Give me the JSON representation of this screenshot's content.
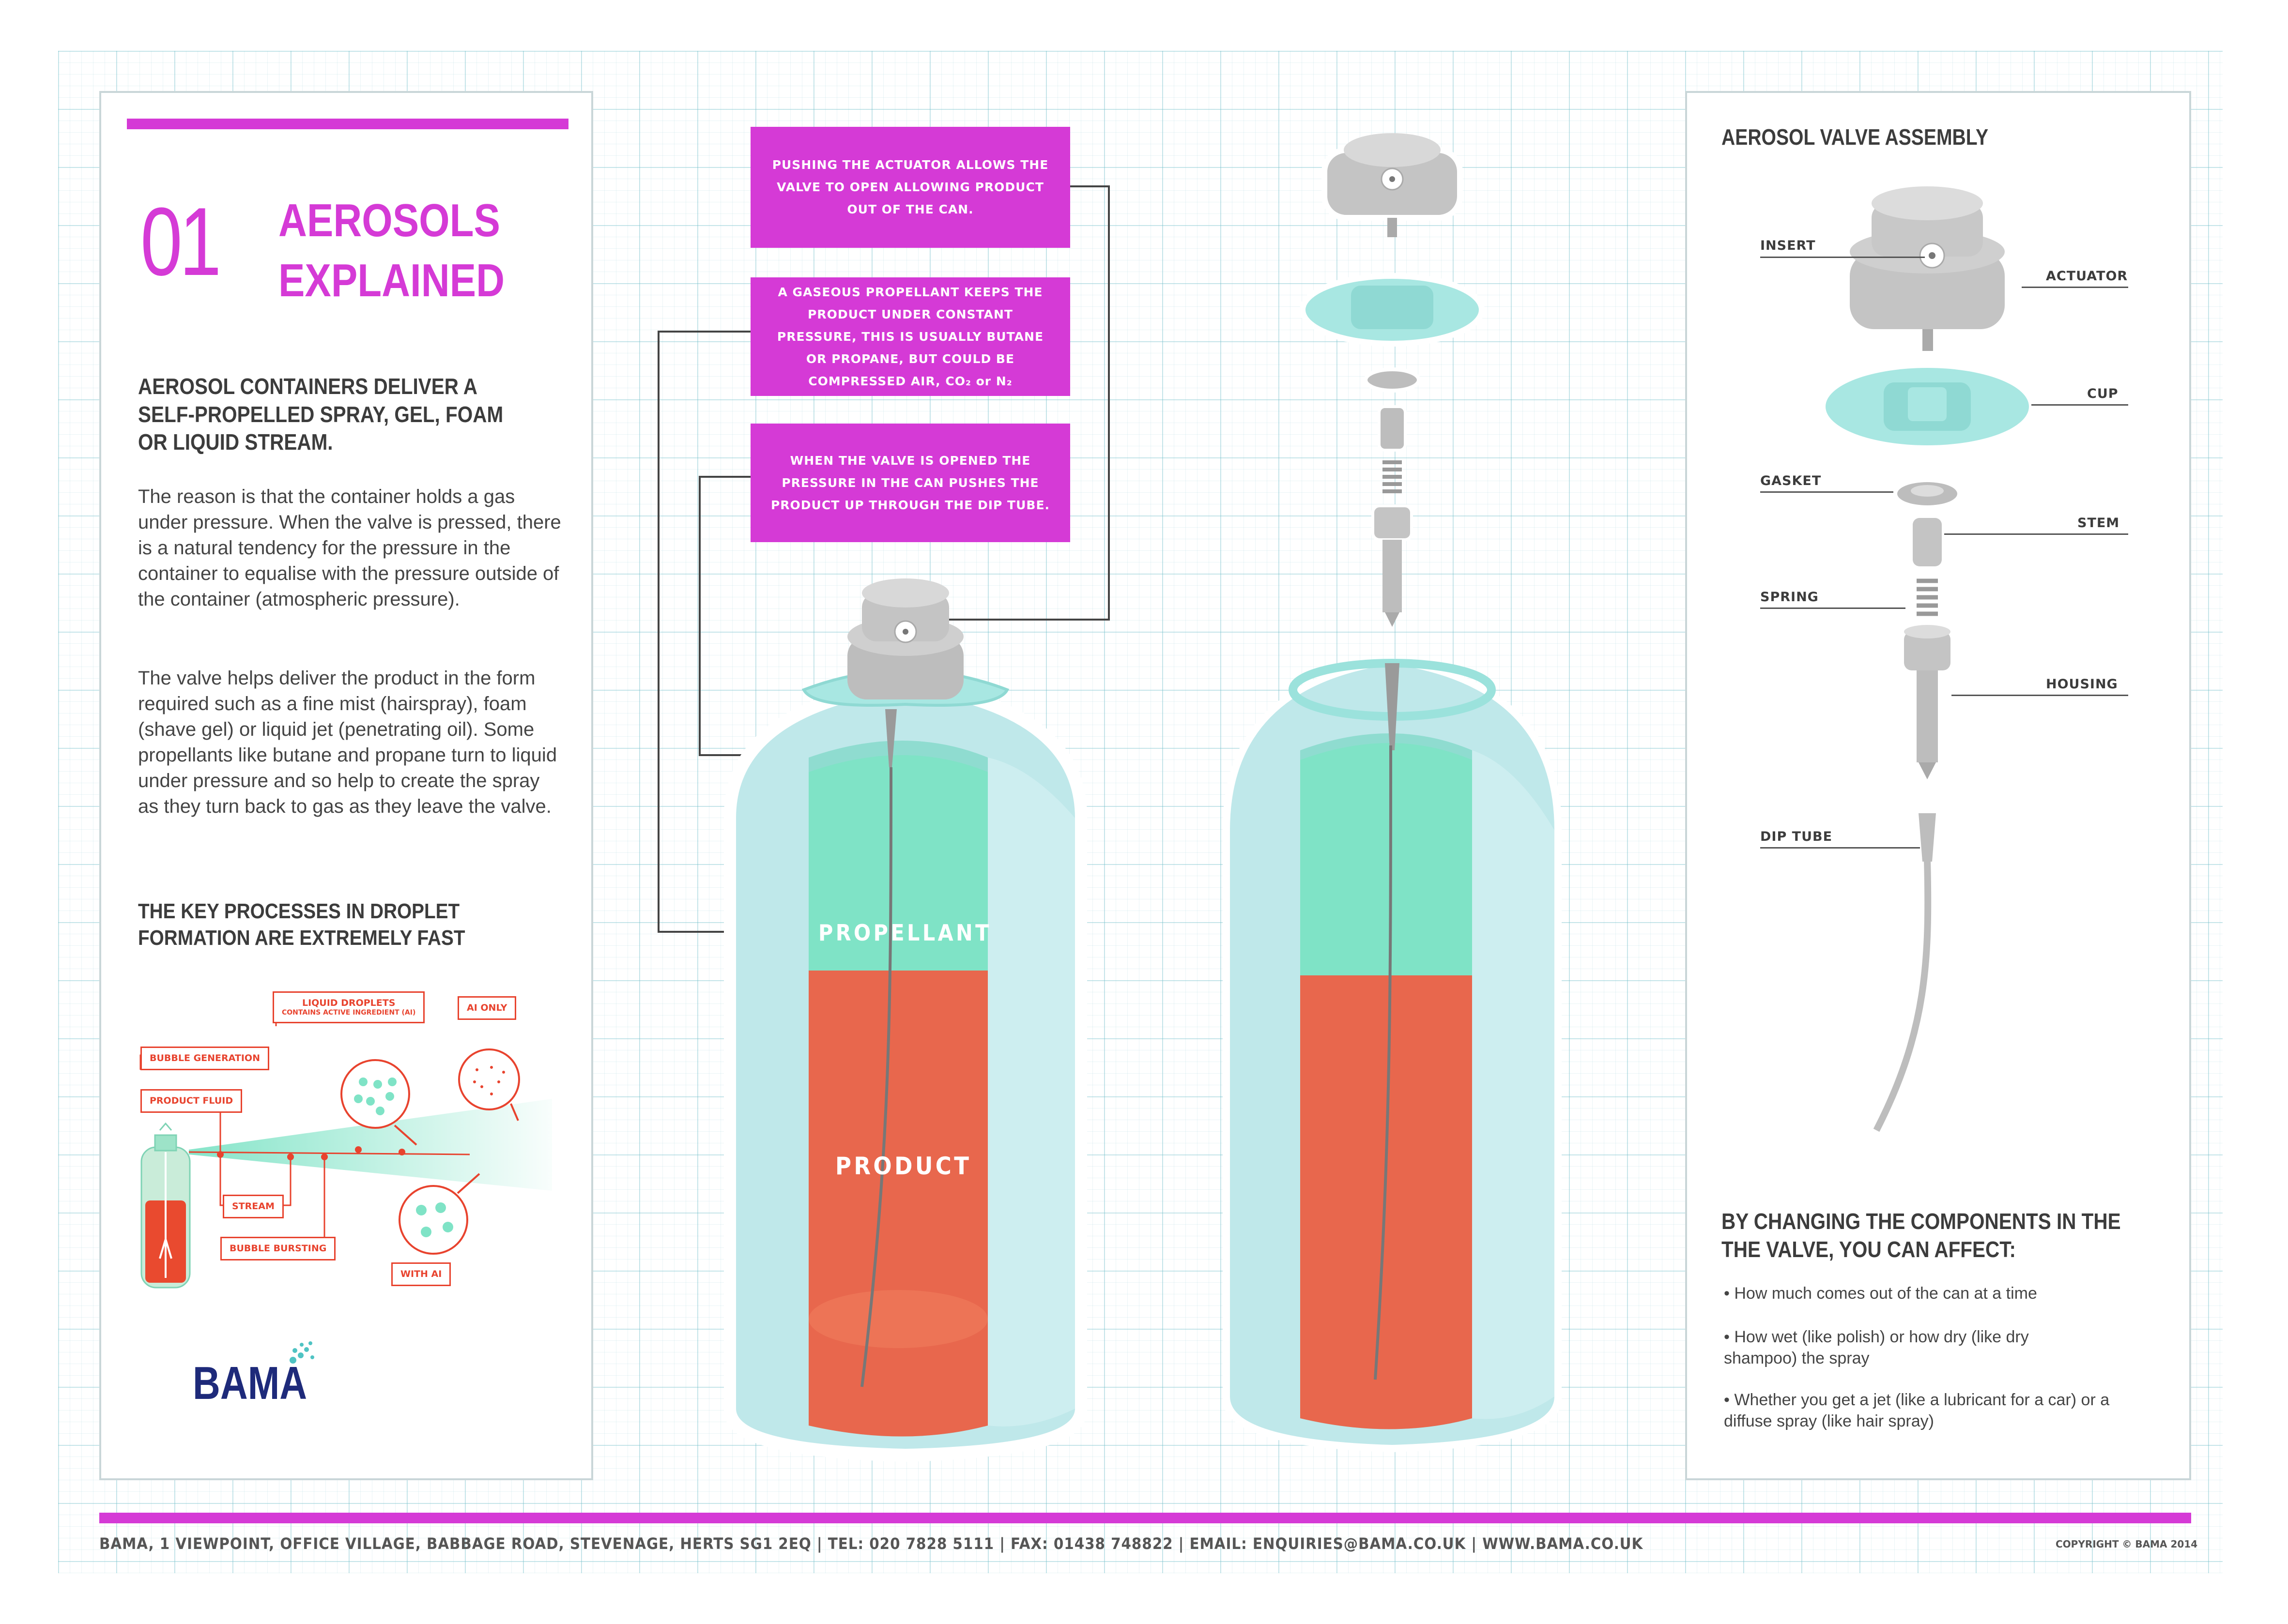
{
  "number": "01",
  "title": [
    "AEROSOLS",
    "EXPLAINED"
  ],
  "lead": "AEROSOL CONTAINERS DELIVER A SELF-PROPELLED SPRAY, GEL, FOAM OR LIQUID STREAM.",
  "paragraphs": [
    "The reason is that the container holds a gas under pressure. When the valve is pressed, there is a natural tendency for the pressure in the container to equalise with the pressure outside of the container (atmospheric pressure).",
    "The valve helps deliver the product in the form required such as a fine mist (hairspray), foam (shave gel) or liquid jet (penetrating oil). Some propellants like butane and propane turn to liquid under pressure and so help to create the spray as they turn back to gas as they leave the valve."
  ],
  "key_processes_heading": "THE KEY PROCESSES IN DROPLET FORMATION ARE EXTREMELY FAST",
  "droplet_labels": {
    "liquid_droplets": "LIQUID DROPLETS",
    "liquid_droplets_sub": "CONTAINS ACTIVE INGREDIENT (AI)",
    "ai_only": "AI ONLY",
    "bubble_generation": "BUBBLE GENERATION",
    "product_fluid": "PRODUCT FLUID",
    "stream": "STREAM",
    "bubble_bursting": "BUBBLE BURSTING",
    "with_ai": "WITH AI"
  },
  "logo": "BAMA",
  "callouts": [
    "PUSHING THE ACTUATOR ALLOWS THE VALVE TO OPEN ALLOWING PRODUCT OUT OF THE CAN.",
    "A GASEOUS PROPELLANT KEEPS THE PRODUCT UNDER CONSTANT PRESSURE, THIS IS USUALLY BUTANE OR PROPANE, BUT COULD BE COMPRESSED AIR, CO₂ or N₂",
    "WHEN THE VALVE IS OPENED THE PRESSURE IN THE CAN PUSHES THE PRODUCT UP THROUGH THE DIP TUBE."
  ],
  "can_labels": {
    "propellant": "PROPELLANT",
    "product": "PRODUCT"
  },
  "valve_assembly": {
    "title": "AEROSOL VALVE ASSEMBLY",
    "parts": {
      "insert": "INSERT",
      "actuator": "ACTUATOR",
      "cup": "CUP",
      "gasket": "GASKET",
      "stem": "STEM",
      "spring": "SPRING",
      "housing": "HOUSING",
      "dip_tube": "DIP TUBE"
    }
  },
  "components_heading": "BY CHANGING THE COMPONENTS IN THE THE VALVE, YOU CAN AFFECT:",
  "components_bullets": [
    "• How much comes out of the can at a time",
    "• How wet (like polish) or how dry (like dry shampoo) the spray",
    "• Whether you get a jet  (like a lubricant for a car) or a diffuse spray (like hair spray)"
  ],
  "footer": "BAMA, 1 VIEWPOINT, OFFICE VILLAGE, BABBAGE ROAD, STEVENAGE, HERTS SG1 2EQ  |  TEL: 020 7828 5111  |  FAX: 01438 748822  |  EMAIL: ENQUIRIES@BAMA.CO.UK  |  WWW.BAMA.CO.UK",
  "copyright": "COPYRIGHT © BAMA 2014",
  "colors": {
    "magenta": "#d53ad6",
    "propellant": "#7fe3c6",
    "product": "#e8674d",
    "can": "#bfe8ea",
    "metal": "#b9b9b9"
  }
}
